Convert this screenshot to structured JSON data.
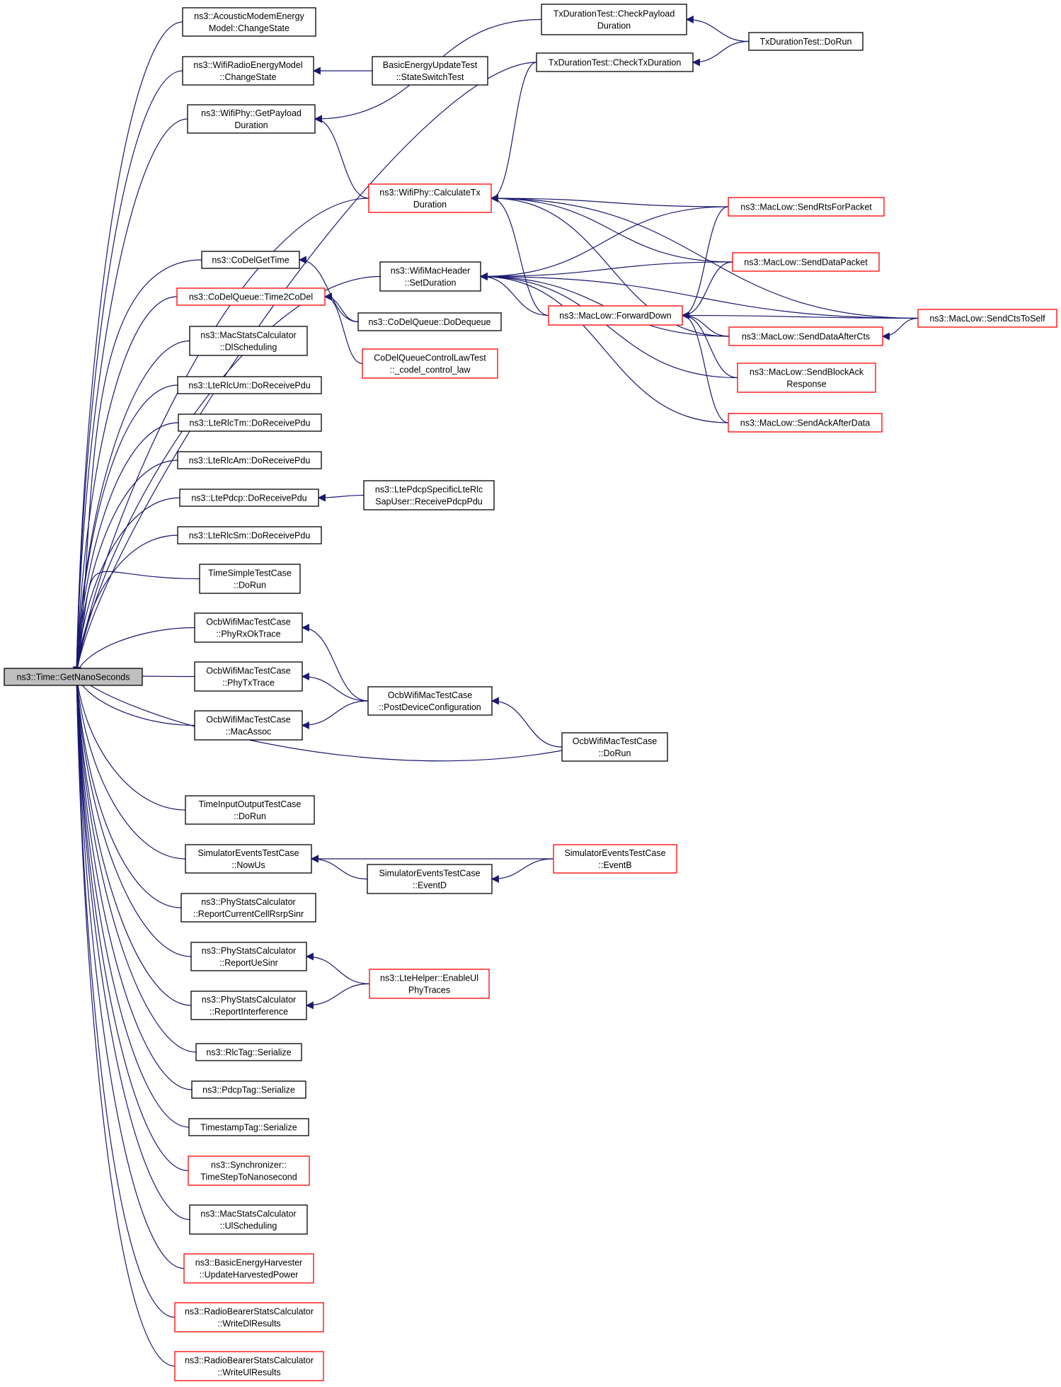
{
  "colors": {
    "edge": "#191970",
    "border_normal": "#000000",
    "border_truncated": "#ff0000",
    "root_fill": "#bfbfbf",
    "node_fill": "#ffffff"
  },
  "nodes": {
    "root": {
      "lines": [
        "ns3::Time::GetNanoSeconds"
      ],
      "style": "root"
    },
    "aeme": {
      "lines": [
        "ns3::AcousticModemEnergy",
        "Model::ChangeState"
      ],
      "style": "normal"
    },
    "wrem": {
      "lines": [
        "ns3::WifiRadioEnergyModel",
        "::ChangeState"
      ],
      "style": "normal"
    },
    "wpgpd": {
      "lines": [
        "ns3::WifiPhy::GetPayload",
        "Duration"
      ],
      "style": "normal"
    },
    "cdgt": {
      "lines": [
        "ns3::CoDelGetTime"
      ],
      "style": "normal"
    },
    "cdqt2": {
      "lines": [
        "ns3::CoDelQueue::Time2CoDel"
      ],
      "style": "truncated"
    },
    "mscdl": {
      "lines": [
        "ns3::MacStatsCalculator",
        "::DlScheduling"
      ],
      "style": "normal"
    },
    "umrx": {
      "lines": [
        "ns3::LteRlcUm::DoReceivePdu"
      ],
      "style": "normal"
    },
    "tmrx": {
      "lines": [
        "ns3::LteRlcTm::DoReceivePdu"
      ],
      "style": "normal"
    },
    "amrx": {
      "lines": [
        "ns3::LteRlcAm::DoReceivePdu"
      ],
      "style": "normal"
    },
    "pdcprx": {
      "lines": [
        "ns3::LtePdcp::DoReceivePdu"
      ],
      "style": "normal"
    },
    "smrx": {
      "lines": [
        "ns3::LteRlcSm::DoReceivePdu"
      ],
      "style": "normal"
    },
    "tstc": {
      "lines": [
        "TimeSimpleTestCase",
        "::DoRun"
      ],
      "style": "normal"
    },
    "ocbrx": {
      "lines": [
        "OcbWifiMacTestCase",
        "::PhyRxOkTrace"
      ],
      "style": "normal"
    },
    "ocbtx": {
      "lines": [
        "OcbWifiMacTestCase",
        "::PhyTxTrace"
      ],
      "style": "normal"
    },
    "ocbma": {
      "lines": [
        "OcbWifiMacTestCase",
        "::MacAssoc"
      ],
      "style": "normal"
    },
    "tiotc": {
      "lines": [
        "TimeInputOutputTestCase",
        "::DoRun"
      ],
      "style": "normal"
    },
    "setcnu": {
      "lines": [
        "SimulatorEventsTestCase",
        "::NowUs"
      ],
      "style": "normal"
    },
    "pscrsrp": {
      "lines": [
        "ns3::PhyStatsCalculator",
        "::ReportCurrentCellRsrpSinr"
      ],
      "style": "normal"
    },
    "pscue": {
      "lines": [
        "ns3::PhyStatsCalculator",
        "::ReportUeSinr"
      ],
      "style": "normal"
    },
    "pscint": {
      "lines": [
        "ns3::PhyStatsCalculator",
        "::ReportInterference"
      ],
      "style": "normal"
    },
    "rlctag": {
      "lines": [
        "ns3::RlcTag::Serialize"
      ],
      "style": "normal"
    },
    "pdcptag": {
      "lines": [
        "ns3::PdcpTag::Serialize"
      ],
      "style": "normal"
    },
    "tstag": {
      "lines": [
        "TimestampTag::Serialize"
      ],
      "style": "normal"
    },
    "sync": {
      "lines": [
        "ns3::Synchronizer::",
        "TimeStepToNanosecond"
      ],
      "style": "truncated"
    },
    "mscul": {
      "lines": [
        "ns3::MacStatsCalculator",
        "::UlScheduling"
      ],
      "style": "normal"
    },
    "beh": {
      "lines": [
        "ns3::BasicEnergyHarvester",
        "::UpdateHarvestedPower"
      ],
      "style": "truncated"
    },
    "rbdl": {
      "lines": [
        "ns3::RadioBearerStatsCalculator",
        "::WriteDlResults"
      ],
      "style": "truncated"
    },
    "rbul": {
      "lines": [
        "ns3::RadioBearerStatsCalculator",
        "::WriteUlResults"
      ],
      "style": "truncated"
    },
    "beut": {
      "lines": [
        "BasicEnergyUpdateTest",
        "::StateSwitchTest"
      ],
      "style": "normal"
    },
    "wpctd": {
      "lines": [
        "ns3::WifiPhy::CalculateTx",
        "Duration"
      ],
      "style": "truncated"
    },
    "wmhsd": {
      "lines": [
        "ns3::WifiMacHeader",
        "::SetDuration"
      ],
      "style": "normal"
    },
    "cdqdd": {
      "lines": [
        "ns3::CoDelQueue::DoDequeue"
      ],
      "style": "normal"
    },
    "cdclt": {
      "lines": [
        "CoDelQueueControlLawTest",
        "::_codel_control_law"
      ],
      "style": "truncated"
    },
    "lpscr": {
      "lines": [
        "ns3::LtePdcpSpecificLteRlc",
        "SapUser::ReceivePdcpPdu"
      ],
      "style": "normal"
    },
    "ocbpdc": {
      "lines": [
        "OcbWifiMacTestCase",
        "::PostDeviceConfiguration"
      ],
      "style": "normal"
    },
    "seted": {
      "lines": [
        "SimulatorEventsTestCase",
        "::EventD"
      ],
      "style": "normal"
    },
    "ltehul": {
      "lines": [
        "ns3::LteHelper::EnableUl",
        "PhyTraces"
      ],
      "style": "truncated"
    },
    "tdtcp": {
      "lines": [
        "TxDurationTest::CheckPayload",
        "Duration"
      ],
      "style": "normal"
    },
    "tdtctx": {
      "lines": [
        "TxDurationTest::CheckTxDuration"
      ],
      "style": "normal"
    },
    "mlfd": {
      "lines": [
        "ns3::MacLow::ForwardDown"
      ],
      "style": "truncated"
    },
    "ocbdr": {
      "lines": [
        "OcbWifiMacTestCase",
        "::DoRun"
      ],
      "style": "normal"
    },
    "seteb": {
      "lines": [
        "SimulatorEventsTestCase",
        "::EventB"
      ],
      "style": "truncated"
    },
    "tddr": {
      "lines": [
        "TxDurationTest::DoRun"
      ],
      "style": "normal"
    },
    "mlrts": {
      "lines": [
        "ns3::MacLow::SendRtsForPacket"
      ],
      "style": "truncated"
    },
    "mldp": {
      "lines": [
        "ns3::MacLow::SendDataPacket"
      ],
      "style": "truncated"
    },
    "mldac": {
      "lines": [
        "ns3::MacLow::SendDataAfterCts"
      ],
      "style": "truncated"
    },
    "mlbar": {
      "lines": [
        "ns3::MacLow::SendBlockAck",
        "Response"
      ],
      "style": "truncated"
    },
    "mlaad": {
      "lines": [
        "ns3::MacLow::SendAckAfterData"
      ],
      "style": "truncated"
    },
    "mlcts": {
      "lines": [
        "ns3::MacLow::SendCtsToSelf"
      ],
      "style": "truncated"
    }
  },
  "edges": [
    [
      "aeme",
      "root"
    ],
    [
      "wrem",
      "root"
    ],
    [
      "wpgpd",
      "root"
    ],
    [
      "cdgt",
      "root"
    ],
    [
      "cdqt2",
      "root"
    ],
    [
      "mscdl",
      "root"
    ],
    [
      "umrx",
      "root"
    ],
    [
      "tmrx",
      "root"
    ],
    [
      "amrx",
      "root"
    ],
    [
      "pdcprx",
      "root"
    ],
    [
      "smrx",
      "root"
    ],
    [
      "tstc",
      "root"
    ],
    [
      "ocbrx",
      "root"
    ],
    [
      "ocbtx",
      "root"
    ],
    [
      "ocbma",
      "root"
    ],
    [
      "tiotc",
      "root"
    ],
    [
      "setcnu",
      "root"
    ],
    [
      "pscrsrp",
      "root"
    ],
    [
      "pscue",
      "root"
    ],
    [
      "pscint",
      "root"
    ],
    [
      "rlctag",
      "root"
    ],
    [
      "pdcptag",
      "root"
    ],
    [
      "tstag",
      "root"
    ],
    [
      "sync",
      "root"
    ],
    [
      "mscul",
      "root"
    ],
    [
      "beh",
      "root"
    ],
    [
      "rbdl",
      "root"
    ],
    [
      "rbul",
      "root"
    ],
    [
      "wpctd",
      "root"
    ],
    [
      "wmhsd",
      "root"
    ],
    [
      "ocbdr",
      "root"
    ],
    [
      "tdtctx",
      "root"
    ],
    [
      "beut",
      "wrem"
    ],
    [
      "tdtcp",
      "wpgpd"
    ],
    [
      "wpctd",
      "wpgpd"
    ],
    [
      "cdqdd",
      "cdgt"
    ],
    [
      "cdqdd",
      "cdqt2"
    ],
    [
      "cdclt",
      "cdqt2"
    ],
    [
      "lpscr",
      "pdcprx"
    ],
    [
      "ocbpdc",
      "ocbrx"
    ],
    [
      "ocbpdc",
      "ocbtx"
    ],
    [
      "ocbpdc",
      "ocbma"
    ],
    [
      "seted",
      "setcnu"
    ],
    [
      "seteb",
      "setcnu"
    ],
    [
      "ltehul",
      "pscue"
    ],
    [
      "ltehul",
      "pscint"
    ],
    [
      "tddr",
      "tdtcp"
    ],
    [
      "tddr",
      "tdtctx"
    ],
    [
      "ocbdr",
      "ocbpdc"
    ],
    [
      "seteb",
      "seted"
    ],
    [
      "tdtctx",
      "wpctd"
    ],
    [
      "mlfd",
      "wpctd"
    ],
    [
      "mlrts",
      "wpctd"
    ],
    [
      "mldp",
      "wpctd"
    ],
    [
      "mldac",
      "wpctd"
    ],
    [
      "mlcts",
      "wpctd"
    ],
    [
      "mlrts",
      "wmhsd"
    ],
    [
      "mldp",
      "wmhsd"
    ],
    [
      "mlfd",
      "wmhsd"
    ],
    [
      "mldac",
      "wmhsd"
    ],
    [
      "mlbar",
      "wmhsd"
    ],
    [
      "mlaad",
      "wmhsd"
    ],
    [
      "mlcts",
      "wmhsd"
    ],
    [
      "mlrts",
      "mlfd"
    ],
    [
      "mldp",
      "mlfd"
    ],
    [
      "mldac",
      "mlfd"
    ],
    [
      "mlbar",
      "mlfd"
    ],
    [
      "mlaad",
      "mlfd"
    ],
    [
      "mlcts",
      "mlfd"
    ],
    [
      "mlcts",
      "mldac"
    ]
  ]
}
